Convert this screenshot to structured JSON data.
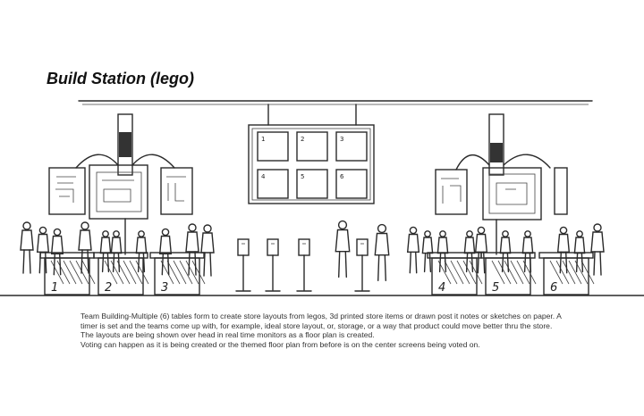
{
  "title": "Build Station (lego)",
  "center_screen_numbers": [
    "1",
    "2",
    "3",
    "4",
    "5",
    "6"
  ],
  "table_numbers": [
    "1",
    "2",
    "3",
    "4",
    "5",
    "6"
  ],
  "caption": {
    "paragraph1": "Team Building-Multiple (6) tables form to create store layouts from legos, 3d printed store items or drawn post it notes or sketches on paper. A timer is set and the teams come up with, for example, ideal store layout, or, storage, or a way that product could move better thru the store. The layouts are being shown over head in real time monitors as a floor plan is created.",
    "paragraph2": "Voting can happen as it is being created or the themed floor plan from before is on the center screens being voted on."
  }
}
